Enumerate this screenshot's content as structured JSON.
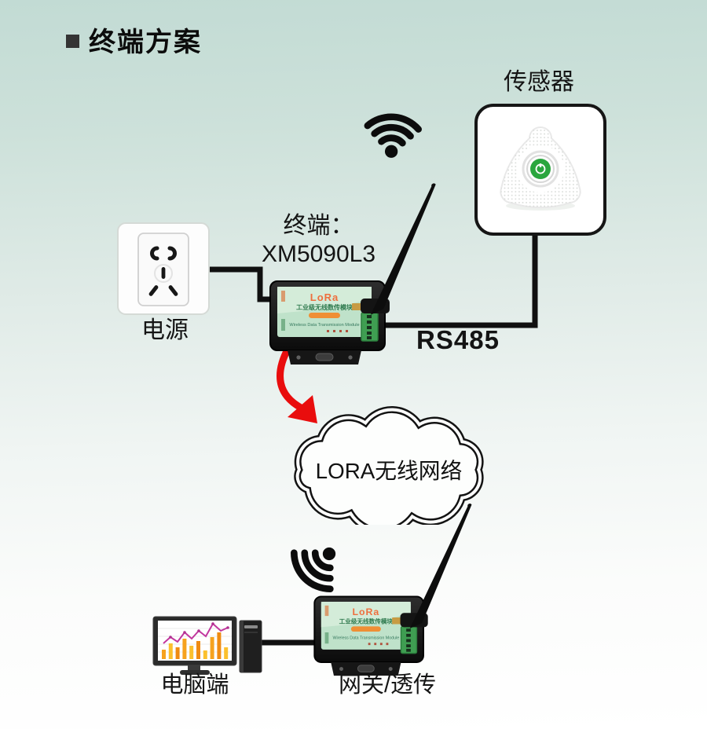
{
  "header": {
    "title": "终端方案"
  },
  "sensor": {
    "label": "传感器"
  },
  "power": {
    "label": "电源"
  },
  "terminal": {
    "label_prefix": "终端：",
    "model": "XM5090L3"
  },
  "bus": {
    "label": "RS485"
  },
  "cloud": {
    "label": "LORA无线网络"
  },
  "pc": {
    "label": "电脑端"
  },
  "gateway": {
    "label": "网关/透传"
  },
  "device": {
    "brand": "LoRa",
    "name_cn": "工业级无线数传模块",
    "name_en": "Wireless Data Transmission Module"
  },
  "icons": {
    "title_bullet": "black-square",
    "wifi_top": "wifi-signal",
    "wifi_bottom": "wifi-signal-rotated",
    "flow_arrow": "curved-red-arrow"
  },
  "colors": {
    "background_top": "#c2dbd4",
    "background_bottom": "#ffffff",
    "accent_red": "#e90d0d",
    "device_face_green": "#bfe2ca",
    "device_brand_orange": "#ee6f3e",
    "sensor_center_green": "#2aa63e",
    "line_black": "#101010"
  }
}
